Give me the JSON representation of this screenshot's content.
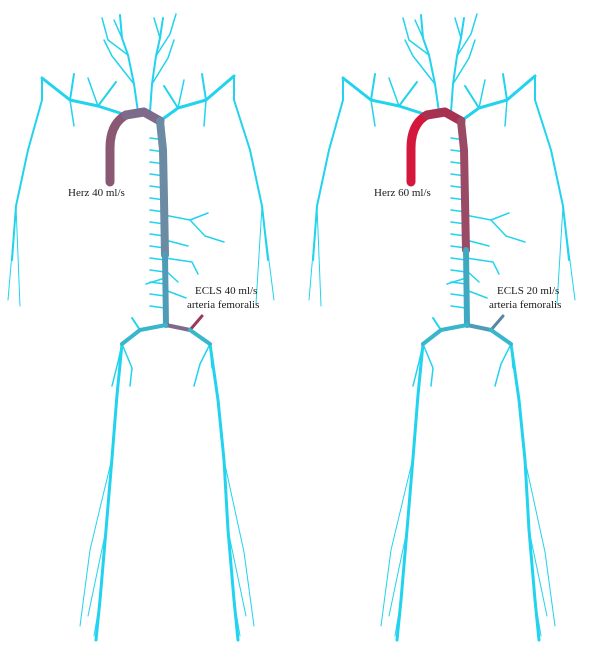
{
  "colors": {
    "cyan": "#22d3ee",
    "teal": "#38b6cc",
    "steel": "#6b8aa4",
    "mauve": "#8a5873",
    "wine": "#9b3a58",
    "red": "#d4183d"
  },
  "panels": [
    {
      "heart_label": "Herz 40 ml/s",
      "ecls_label_1": "ECLS 40 ml/s",
      "ecls_label_2": "arteria femoralis"
    },
    {
      "heart_label": "Herz 60 ml/s",
      "ecls_label_1": "ECLS 20 ml/s",
      "ecls_label_2": "arteria femoralis"
    }
  ]
}
